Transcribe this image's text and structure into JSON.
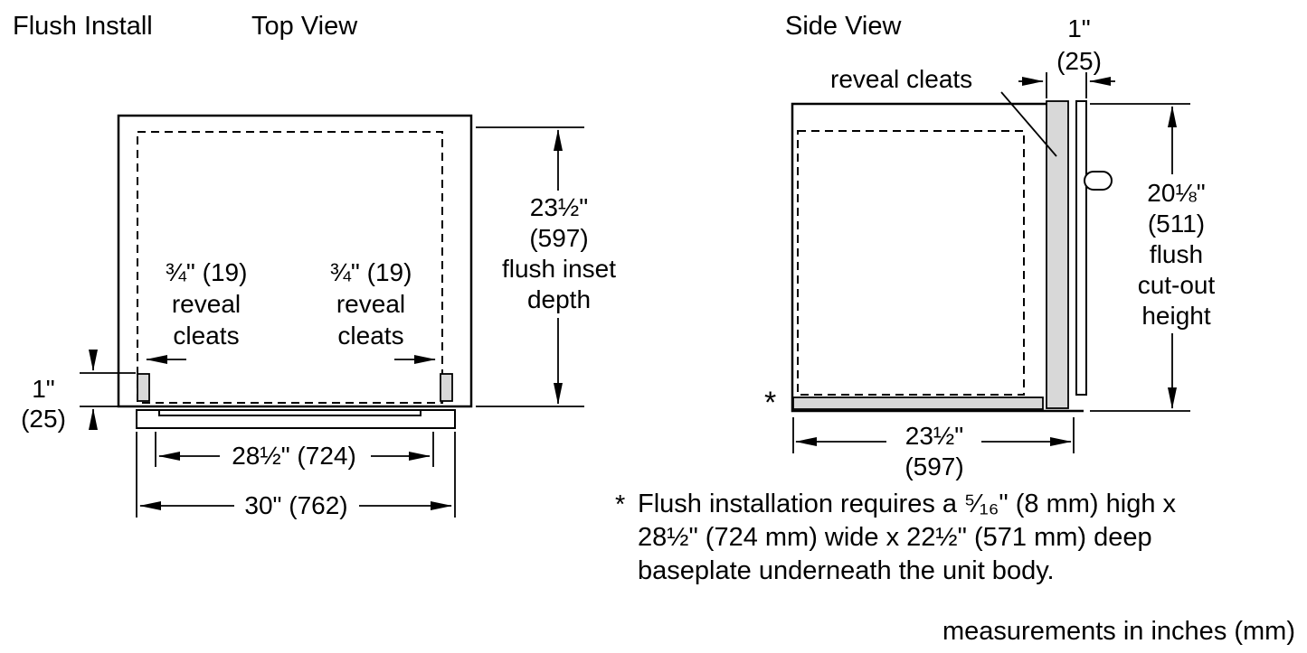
{
  "titles": {
    "flush_install": "Flush Install",
    "top_view": "Top View",
    "side_view": "Side View"
  },
  "top_view": {
    "inset_depth_label": "23½\"\n(597)\nflush inset\ndepth",
    "reveal_cleats_left": "¾\" (19)\nreveal\ncleats",
    "reveal_cleats_right": "¾\" (19)\nreveal\ncleats",
    "cleat_thickness_label": "1\"\n(25)",
    "inner_width_label": "28½\" (724)",
    "outer_width_label": "30\" (762)"
  },
  "side_view": {
    "reveal_depth_label": "1\"\n(25)",
    "reveal_cleats_label": "reveal cleats",
    "cutout_height_label": "20⅛\"\n(511)\nflush\ncut-out\nheight",
    "depth_label": "23½\"\n(597)",
    "baseplate_marker": "*"
  },
  "footnote": {
    "marker": "*",
    "text": "Flush installation requires a ⁵⁄₁₆\" (8 mm) high x\n28½\" (724 mm) wide x 22½\" (571 mm) deep\nbaseplate underneath the unit body."
  },
  "footer": {
    "note": "measurements in inches (mm)"
  },
  "colors": {
    "line": "#000000",
    "cleat_fill": "#d8d8d8",
    "background": "#ffffff"
  }
}
